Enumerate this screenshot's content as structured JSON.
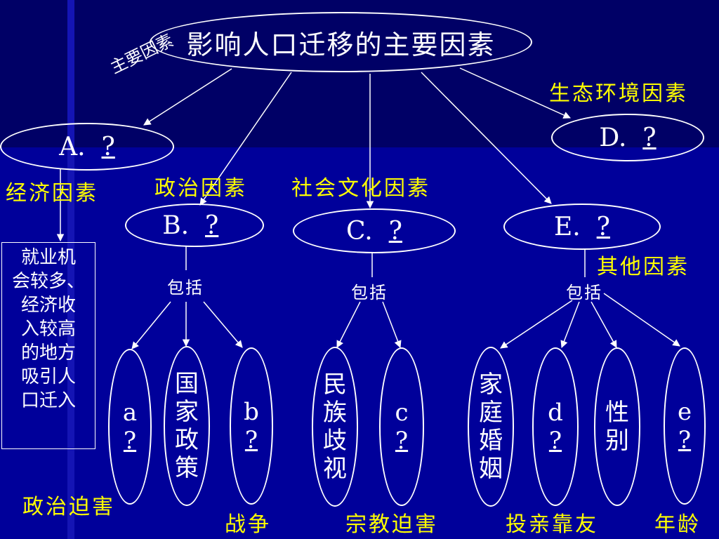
{
  "root": "影响人口迁移的主要因素",
  "edge_label": "主要因素",
  "nodes": {
    "A": {
      "letter": "A.",
      "q": "?"
    },
    "B": {
      "letter": "B.",
      "q": "?"
    },
    "C": {
      "letter": "C.",
      "q": "?"
    },
    "D": {
      "letter": "D.",
      "q": "?"
    },
    "E": {
      "letter": "E.",
      "q": "?"
    }
  },
  "answers": {
    "A": "经济因素",
    "B": "政治因素",
    "C": "社会文化因素",
    "D": "生态环境因素",
    "E": "其他因素"
  },
  "economic_box": [
    "就业机",
    "会较多、",
    "经济收",
    "入较高",
    "的地方",
    "吸引人",
    "口迁入"
  ],
  "includes_label": "包括",
  "leaves": {
    "a": {
      "letter": "a",
      "q": "?"
    },
    "guojia": [
      "国",
      "家",
      "政",
      "策"
    ],
    "b": {
      "letter": "b",
      "q": "?"
    },
    "minzu": [
      "民",
      "族",
      "歧",
      "视"
    ],
    "c": {
      "letter": "c",
      "q": "?"
    },
    "jiating": [
      "家",
      "庭",
      "婚",
      "姻"
    ],
    "d": {
      "letter": "d",
      "q": "?"
    },
    "xingbie": [
      "性",
      "别"
    ],
    "e": {
      "letter": "e",
      "q": "?"
    }
  },
  "leaf_answers": {
    "a": "政治迫害",
    "b": "战争",
    "c": "宗教迫害",
    "d": "投亲靠友",
    "e": "年龄"
  },
  "colors": {
    "background": "#00008c",
    "line": "#ffffff",
    "answer_text": "#ffff00"
  }
}
